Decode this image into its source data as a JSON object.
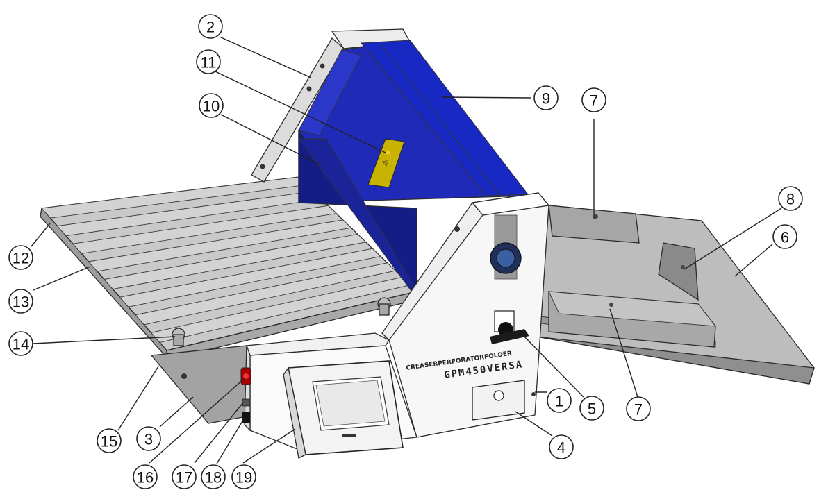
{
  "machine": {
    "brand_line": "CREASERPERFORATORFOLDER",
    "model": "GPM450VERSA"
  },
  "callouts": [
    {
      "id": "1",
      "label": "1"
    },
    {
      "id": "2",
      "label": "2"
    },
    {
      "id": "3",
      "label": "3"
    },
    {
      "id": "4",
      "label": "4"
    },
    {
      "id": "5",
      "label": "5"
    },
    {
      "id": "6",
      "label": "6"
    },
    {
      "id": "7a",
      "label": "7"
    },
    {
      "id": "7b",
      "label": "7"
    },
    {
      "id": "8",
      "label": "8"
    },
    {
      "id": "9",
      "label": "9"
    },
    {
      "id": "10",
      "label": "10"
    },
    {
      "id": "11",
      "label": "11"
    },
    {
      "id": "12",
      "label": "12"
    },
    {
      "id": "13",
      "label": "13"
    },
    {
      "id": "14",
      "label": "14"
    },
    {
      "id": "15",
      "label": "15"
    },
    {
      "id": "16",
      "label": "16"
    },
    {
      "id": "17",
      "label": "17"
    },
    {
      "id": "18",
      "label": "18"
    },
    {
      "id": "19",
      "label": "19"
    }
  ],
  "colors": {
    "cover_blue": "#1f2bb8",
    "cover_dark": "#141c86",
    "body_white": "#f7f7f7",
    "tray_grey": "#b9b9b9",
    "warning_yellow": "#c8b400"
  }
}
